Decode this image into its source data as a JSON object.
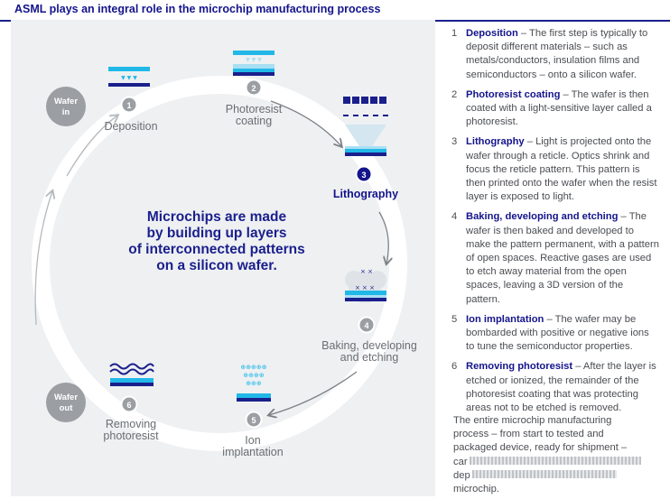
{
  "title": "ASML plays an integral role in the microchip manufacturing process",
  "center_text": [
    "Microchips are made",
    "by building up layers",
    "of interconnected patterns",
    "on a silicon wafer."
  ],
  "wafer_in": [
    "Wafer",
    "in"
  ],
  "wafer_out": [
    "Wafer",
    "out"
  ],
  "stage_labels": {
    "s1": [
      "Deposition"
    ],
    "s2": [
      "Photoresist",
      "coating"
    ],
    "s3": [
      "Lithography"
    ],
    "s4": [
      "Baking, developing",
      "and etching"
    ],
    "s5": [
      "Ion",
      "implantation"
    ],
    "s6": [
      "Removing",
      "photoresist"
    ]
  },
  "stage_numbers": [
    "1",
    "2",
    "3",
    "4",
    "5",
    "6"
  ],
  "steps": [
    {
      "num": "1",
      "name": "Deposition",
      "text": " – The first step is typically to deposit different materials – such as metals/conductors, insulation films and semiconductors – onto a silicon wafer."
    },
    {
      "num": "2",
      "name": "Photoresist coating",
      "text": " – The wafer is then coated with a light-sensitive layer called a photoresist."
    },
    {
      "num": "3",
      "name": "Lithography",
      "text": " – Light is projected onto the wafer through a reticle. Optics shrink and focus the reticle pattern. This pattern is then printed onto the wafer when the resist layer is exposed to light."
    },
    {
      "num": "4",
      "name": "Baking, developing and etching",
      "text": " – The wafer is then baked and developed to make the pattern permanent, with a pattern of open spaces. Reactive gases are used to etch away material from the open spaces, leaving a 3D version of the pattern."
    },
    {
      "num": "5",
      "name": "Ion implantation",
      "text": " – The wafer may be bombarded with positive or negative ions to tune the semiconductor properties."
    },
    {
      "num": "6",
      "name": "Removing photoresist",
      "text": " – After the layer is etched or ionized, the remainder of the photoresist coating that was protecting areas not to be etched is removed."
    }
  ],
  "closing_lines": [
    "The entire microchip manufacturing",
    "process – from start to tested and",
    "packaged device, ready for shipment –",
    "car",
    "dep",
    "microchip."
  ],
  "colors": {
    "navy": "#14148c",
    "cyan": "#21b8e8",
    "light_cyan": "#a8dff3",
    "grey_circle": "#9b9fa4",
    "panel": "#eef0f2"
  }
}
